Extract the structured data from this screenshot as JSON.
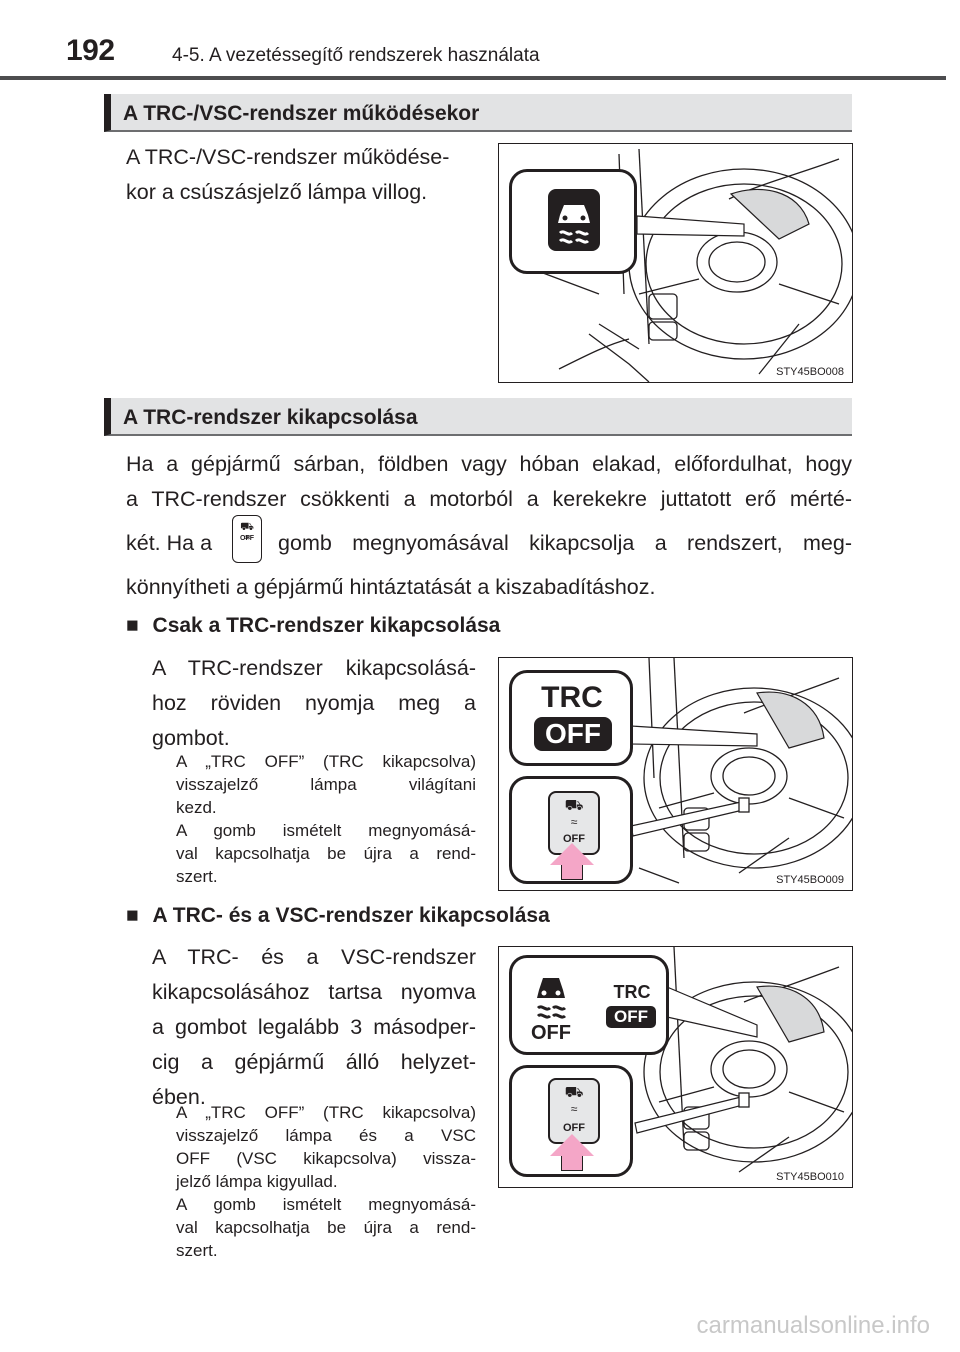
{
  "header": {
    "page_number": "192",
    "chapter": "4-5. A vezetéssegítő rendszerek használata"
  },
  "section1": {
    "title": "A TRC-/VSC-rendszer működésekor",
    "text_lines": [
      "A TRC-/VSC-rendszer működése-",
      "kor a csúszásjelző lámpa villog."
    ],
    "figure_code": "STY45BO008"
  },
  "section2": {
    "title": "A TRC-rendszer kikapcsolása",
    "para_line1": "Ha a gépjármű sárban, földben vagy hóban elakad, előfordulhat, hogy",
    "para_line2": "a TRC-rendszer csökkenti a motorból a kerekekre juttatott erő mérté-",
    "para_line3_a": "két. Ha a",
    "para_line3_b": "gomb megnyomásával kikapcsolja a rendszert, meg-",
    "para_line4": "könnyítheti a gépjármű hintáztatását a kiszabadításhoz.",
    "inline_button_text": "OFF"
  },
  "sub1": {
    "bullet": "■",
    "title": "Csak a TRC-rendszer kikapcsolása",
    "text_lines": [
      "A TRC-rendszer kikapcsolásá-",
      "hoz röviden nyomja meg a",
      "gombot."
    ],
    "note_lines": [
      "A „TRC OFF” (TRC kikapcsolva)",
      "visszajelző lámpa világítani",
      "kezd.",
      "A gomb ismételt megnyomásá-",
      "val kapcsolhatja be újra a rend-",
      "szert."
    ],
    "figure_code": "STY45BO009",
    "indicator_top": "TRC",
    "indicator_bottom": "OFF",
    "button_text": "OFF"
  },
  "sub2": {
    "bullet": "■",
    "title": "A TRC- és a VSC-rendszer kikapcsolása",
    "text_lines": [
      "A TRC- és a VSC-rendszer",
      "kikapcsolásához tartsa nyomva",
      "a gombot legalább 3 másodper-",
      "cig a gépjármű álló helyzet-",
      "ében."
    ],
    "note_lines": [
      "A „TRC OFF” (TRC kikapcsolva)",
      "visszajelző lámpa és a VSC",
      "OFF (VSC kikapcsolva) vissza-",
      "jelző lámpa kigyullad.",
      "A gomb ismételt megnyomásá-",
      "val kapcsolhatja be újra a rend-",
      "szert."
    ],
    "figure_code": "STY45BO010",
    "vsc_off_text": "OFF",
    "trc_text": "TRC",
    "trc_off_text": "OFF",
    "button_text": "OFF"
  },
  "watermark": "carmanualsonline.info",
  "icons": [
    "skid-indicator-icon",
    "car-skid-icon",
    "steering-wheel-icon",
    "arrow-up-icon"
  ],
  "colors": {
    "arrow": "#f4a6c7",
    "header_bar": "#e2e3e4",
    "text": "#231f20"
  }
}
